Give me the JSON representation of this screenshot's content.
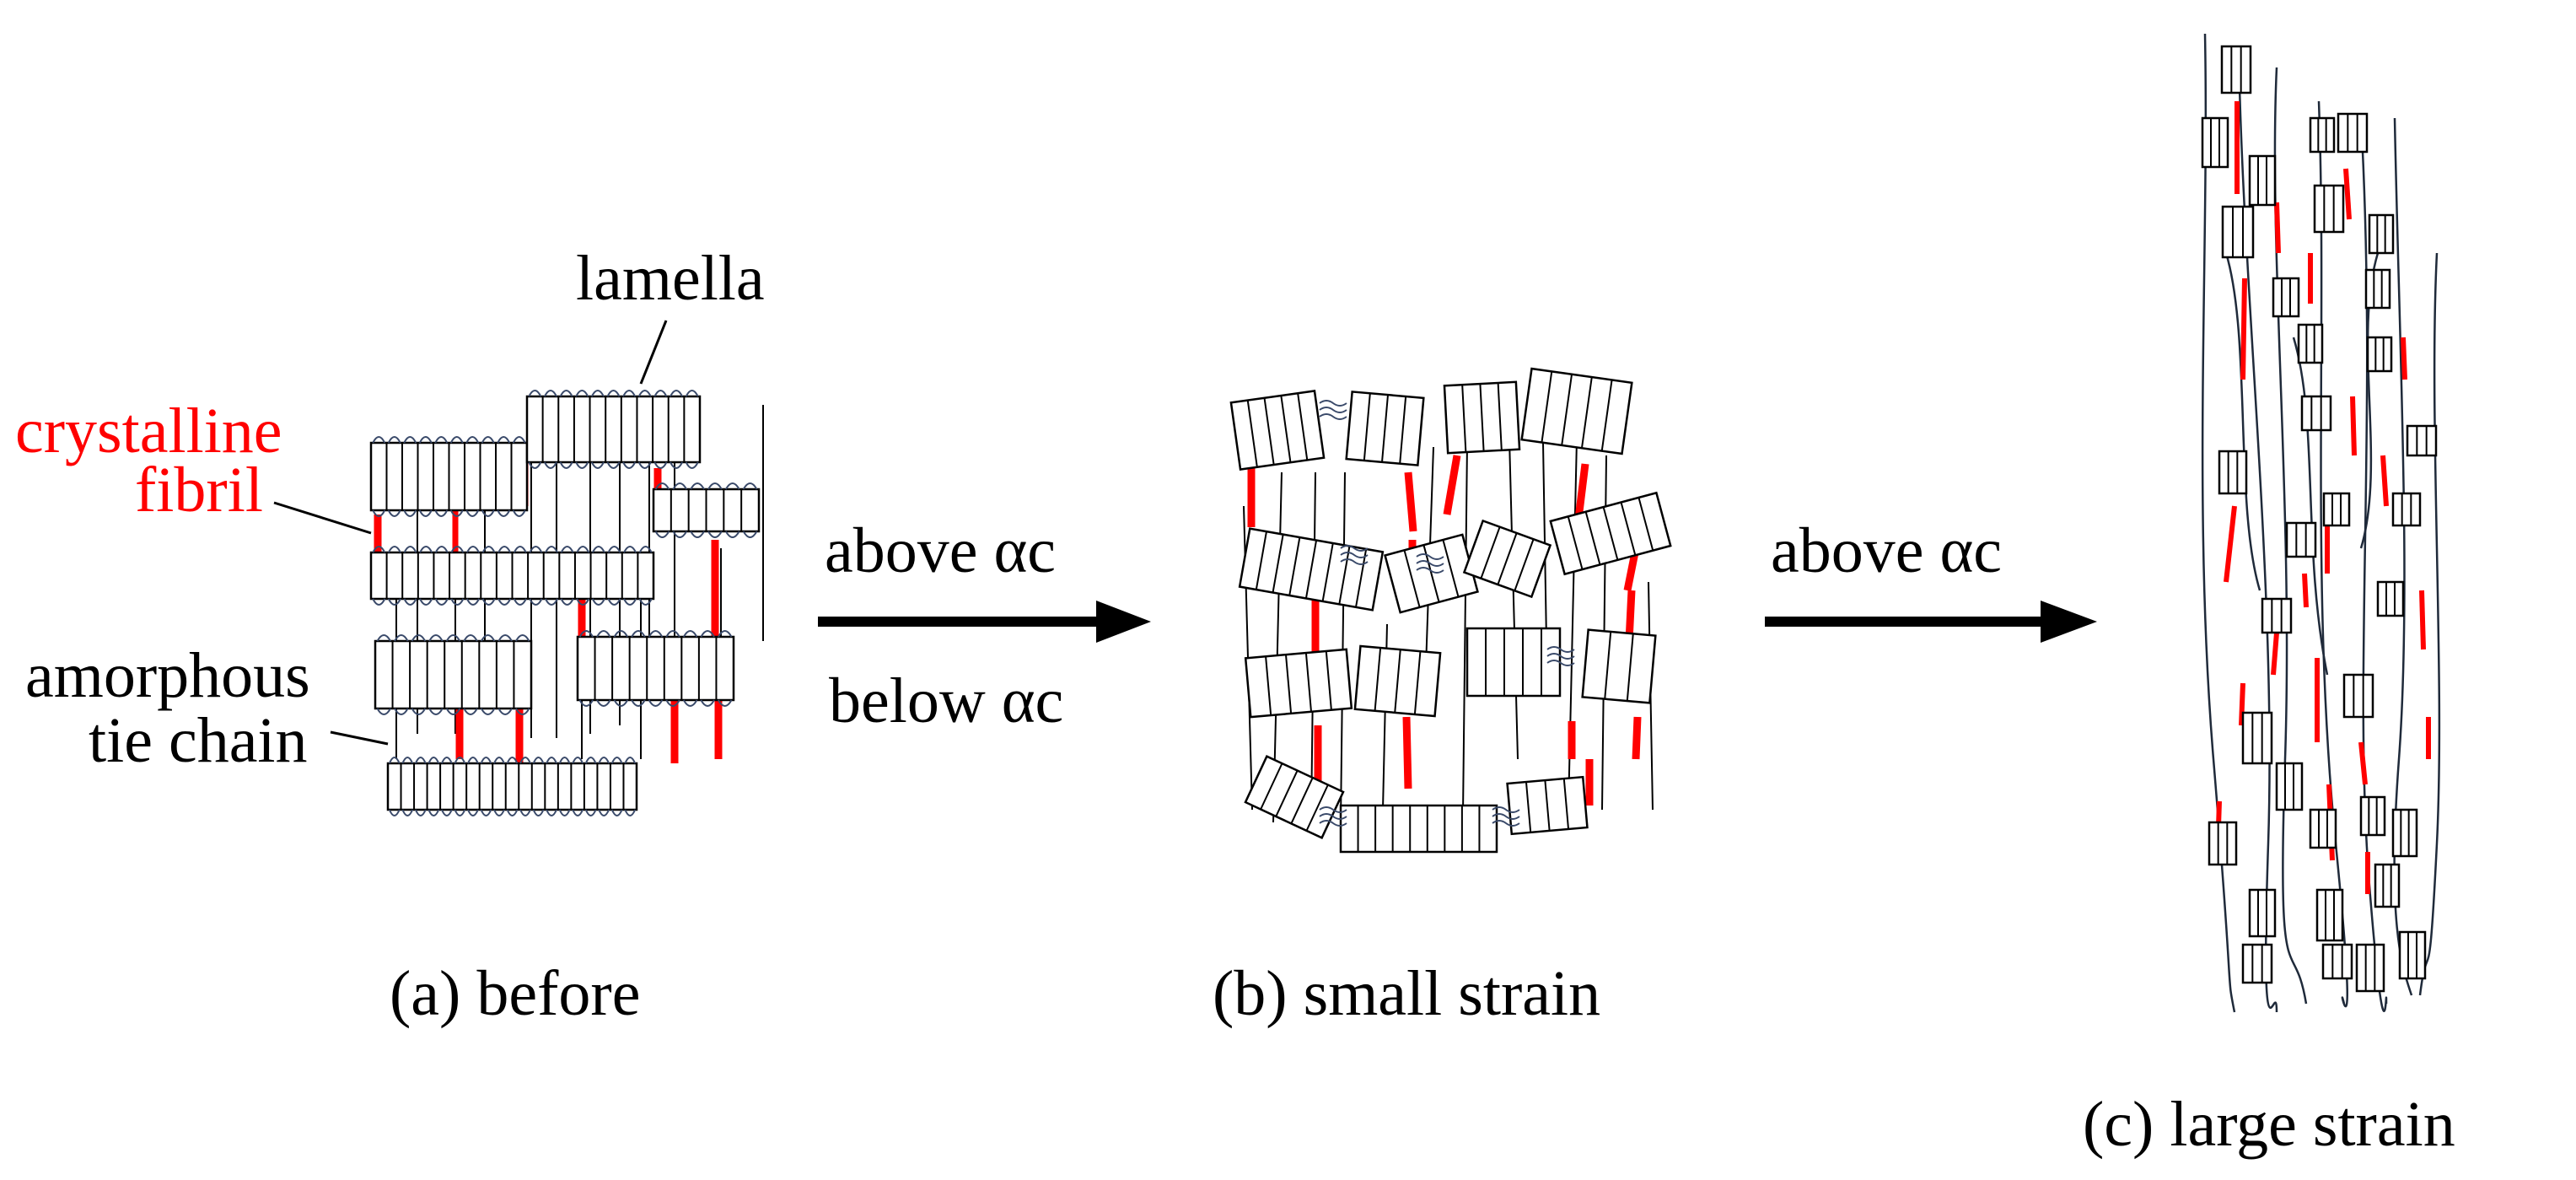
{
  "labels": {
    "lamella": "lamella",
    "crystalline_fibril": [
      "crystalline",
      "fibril"
    ],
    "amorphous_tie_chain": [
      "amorphous",
      "tie chain"
    ]
  },
  "arrows": {
    "first_above": "above αc",
    "first_below": "below αc",
    "second_above": "above αc"
  },
  "captions": {
    "a": "(a) before",
    "b": "(b) small strain",
    "c": "(c) large strain"
  },
  "colors": {
    "fibril": "#ff0000",
    "outline": "#000000",
    "chain": "#1f2a3a",
    "label_red": "#ff0000"
  }
}
